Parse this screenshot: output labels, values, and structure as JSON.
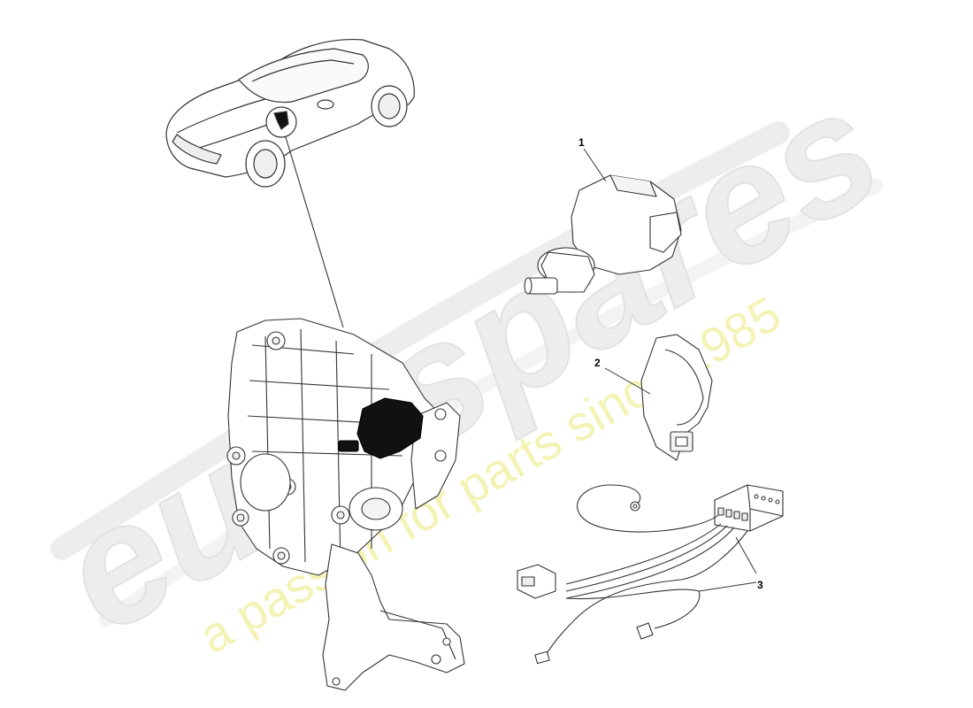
{
  "callouts": [
    {
      "id": "1",
      "label": "1"
    },
    {
      "id": "2",
      "label": "2"
    },
    {
      "id": "3",
      "label": "3"
    }
  ],
  "watermark": {
    "brand": "eurospares",
    "tagline": "a passion for parts since 1985",
    "brand_color": "#e6e6e6",
    "tagline_color": "#f2f2b0"
  },
  "colors": {
    "line": "#333333",
    "fill": "#ffffff",
    "highlight": "#111111"
  }
}
